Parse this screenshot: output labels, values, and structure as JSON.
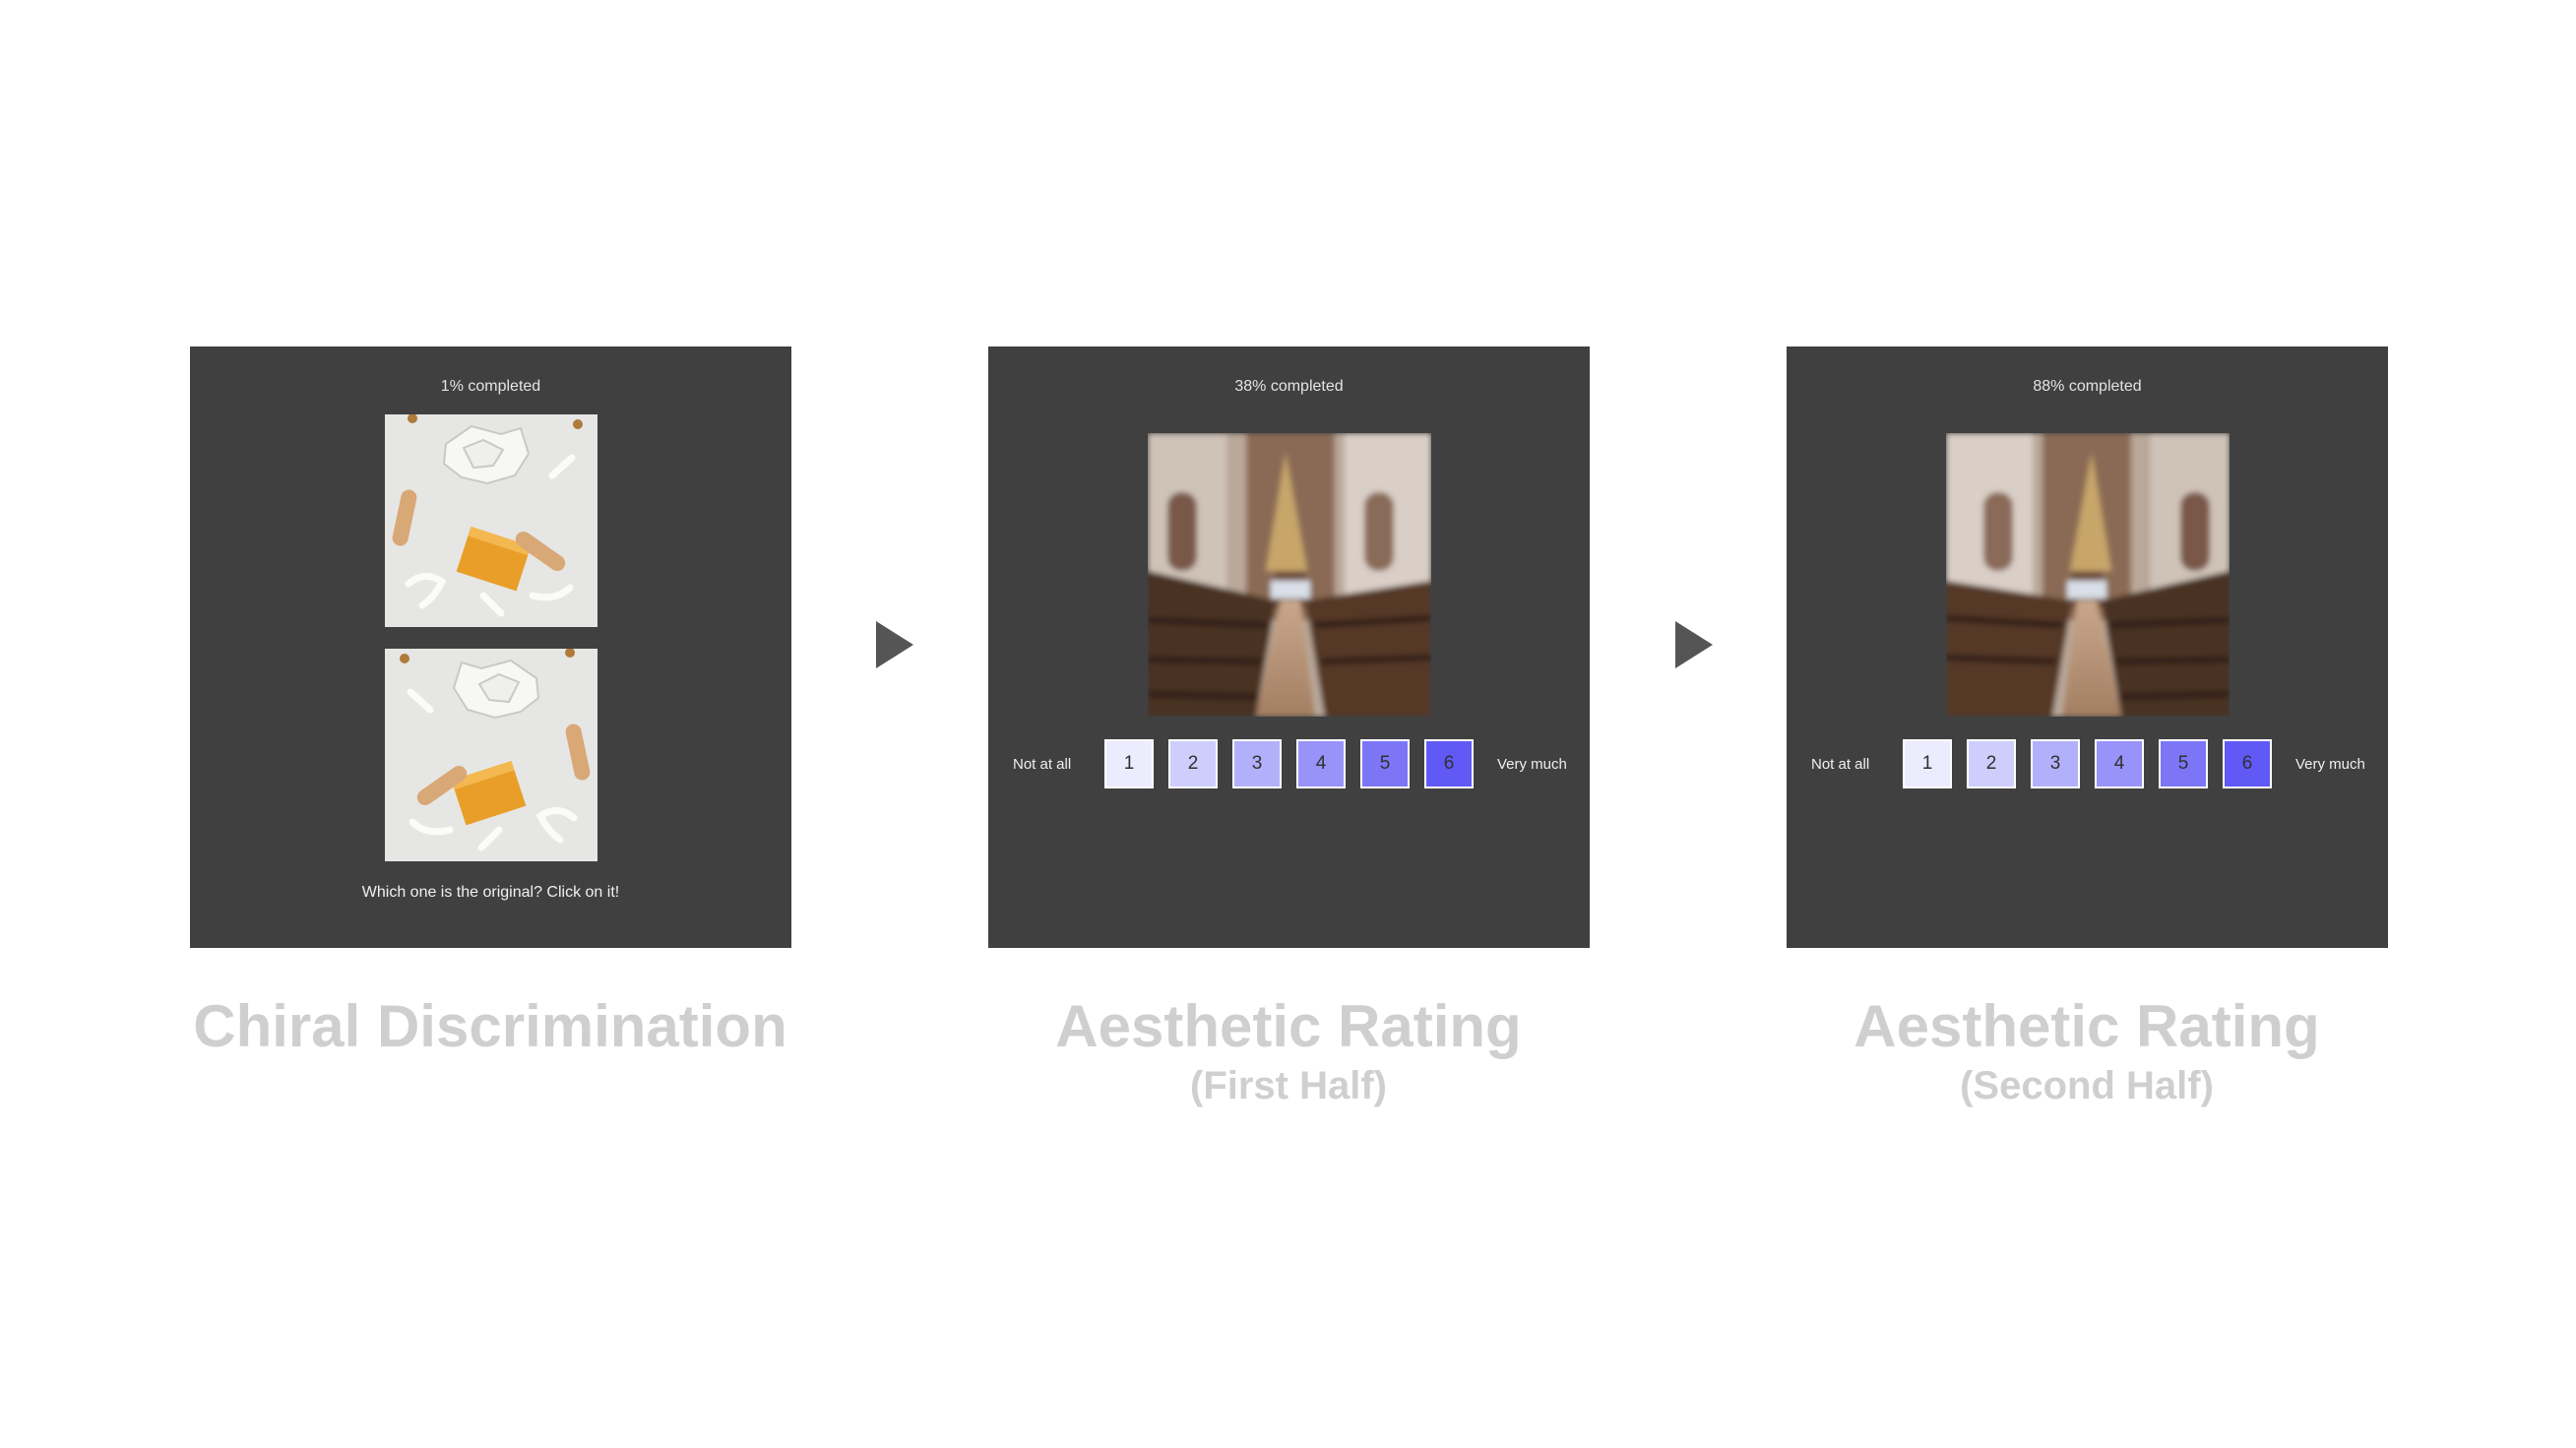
{
  "panels": [
    {
      "progress": "1% completed",
      "question": "Which one is the original? Click on it!"
    },
    {
      "progress": "38% completed",
      "scale_left": "Not at all",
      "scale_right": "Very much",
      "ratings": [
        "1",
        "2",
        "3",
        "4",
        "5",
        "6"
      ]
    },
    {
      "progress": "88% completed",
      "scale_left": "Not at all",
      "scale_right": "Very much",
      "ratings": [
        "1",
        "2",
        "3",
        "4",
        "5",
        "6"
      ]
    }
  ],
  "rating_colors": [
    "#ececfe",
    "#cfcdfc",
    "#b3b0fb",
    "#9793f9",
    "#7c76f7",
    "#6159f5"
  ],
  "captions": [
    {
      "main": "Chiral Discrimination",
      "sub": ""
    },
    {
      "main": "Aesthetic Rating",
      "sub": "(First Half)"
    },
    {
      "main": "Aesthetic Rating",
      "sub": "(Second Half)"
    }
  ],
  "icons": {
    "arrow": "play-arrow-icon"
  }
}
